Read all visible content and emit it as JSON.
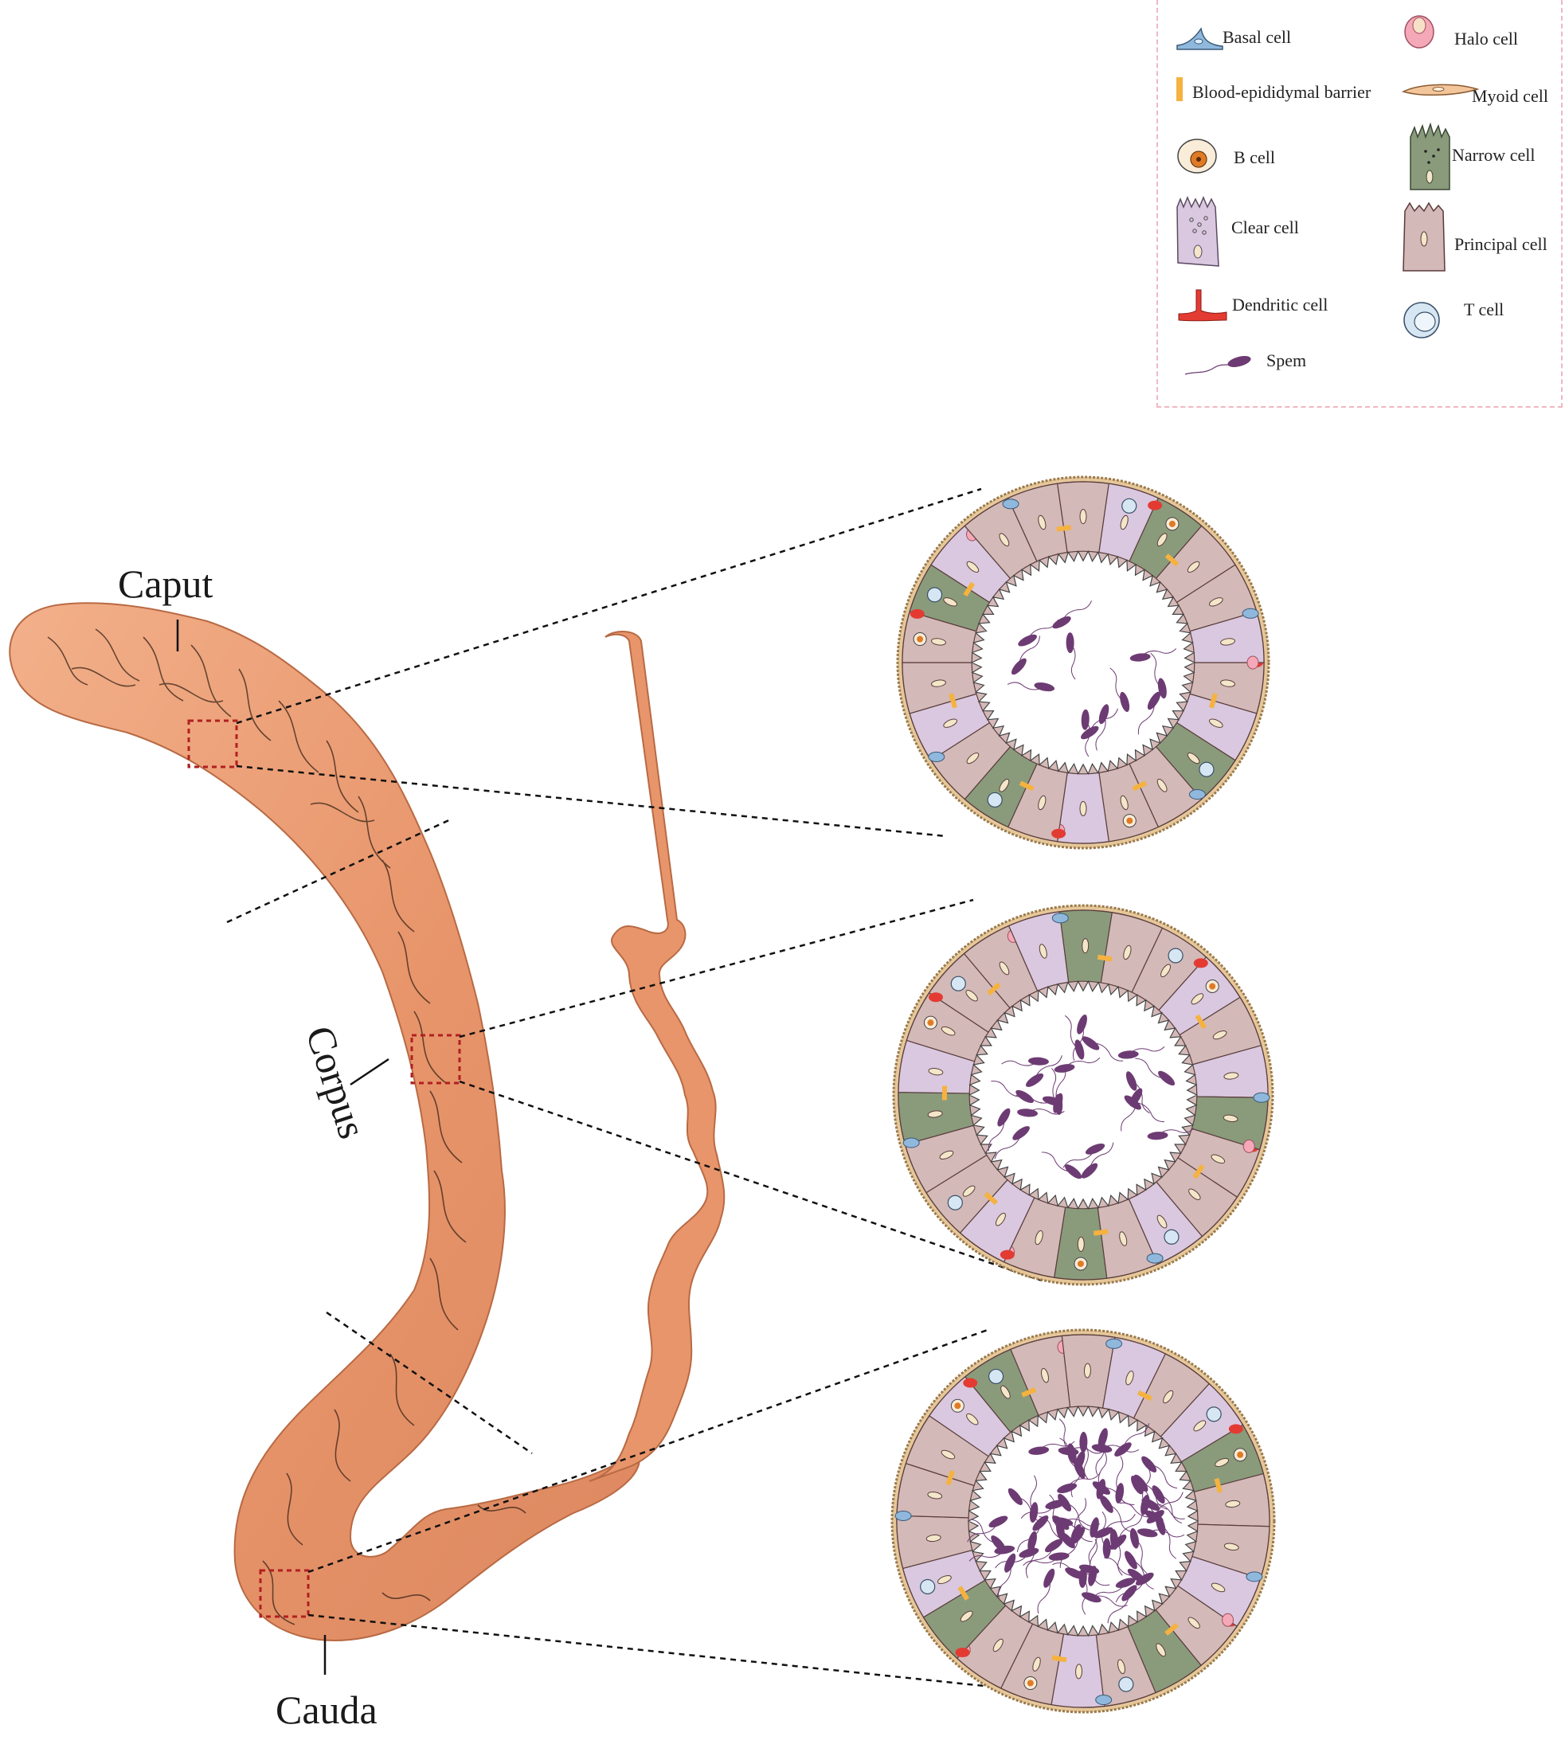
{
  "regions": {
    "caput": "Caput",
    "corpus": "Corpus",
    "cauda": "Cauda"
  },
  "legend": [
    {
      "id": "basal",
      "label": "Basal cell",
      "icon": "basal-cell-icon",
      "color": "#8fb8dc"
    },
    {
      "id": "halo",
      "label": "Halo cell",
      "icon": "halo-cell-icon",
      "color": "#f4a8b8"
    },
    {
      "id": "barrier",
      "label": "Blood-epididymal barrier",
      "icon": "barrier-icon",
      "color": "#f5b23f"
    },
    {
      "id": "myoid",
      "label": "Myoid cell",
      "icon": "myoid-cell-icon",
      "color": "#f3c59a"
    },
    {
      "id": "bcell",
      "label": "B cell",
      "icon": "b-cell-icon",
      "color": "#e07b25"
    },
    {
      "id": "narrow",
      "label": "Narrow cell",
      "icon": "narrow-cell-icon",
      "color": "#8a9b7c"
    },
    {
      "id": "clear",
      "label": "Clear cell",
      "icon": "clear-cell-icon",
      "color": "#d9c8df"
    },
    {
      "id": "principal",
      "label": "Principal cell",
      "icon": "principal-cell-icon",
      "color": "#d3b9b8"
    },
    {
      "id": "dendritic",
      "label": "Dendritic cell",
      "icon": "dendritic-cell-icon",
      "color": "#e33b32"
    },
    {
      "id": "tcell",
      "label": "T cell",
      "icon": "t-cell-icon",
      "color": "#d6e6f3"
    },
    {
      "id": "sperm",
      "label": "Spem",
      "icon": "sperm-icon",
      "color": "#6d3b73"
    }
  ],
  "colors": {
    "tissue": "#e8956b",
    "tissue_stroke": "#b86a44",
    "border_dash": "#f0b7c3",
    "inset_box": "#b02020",
    "principal": "#d3b9b8",
    "clear": "#d9c8df",
    "narrow": "#8a9b7c",
    "basal": "#8fb8dc",
    "dendritic": "#e33b32",
    "halo": "#f4a8b8",
    "tcell": "#d6e6f3",
    "bcell": "#e07b25",
    "barrier": "#f5b23f",
    "sperm": "#6d3b73",
    "rim": "#e6c79a"
  },
  "cross_sections": [
    {
      "id": "caput",
      "sperm_count": 12
    },
    {
      "id": "corpus",
      "sperm_count": 22
    },
    {
      "id": "cauda",
      "sperm_count": 60
    }
  ]
}
